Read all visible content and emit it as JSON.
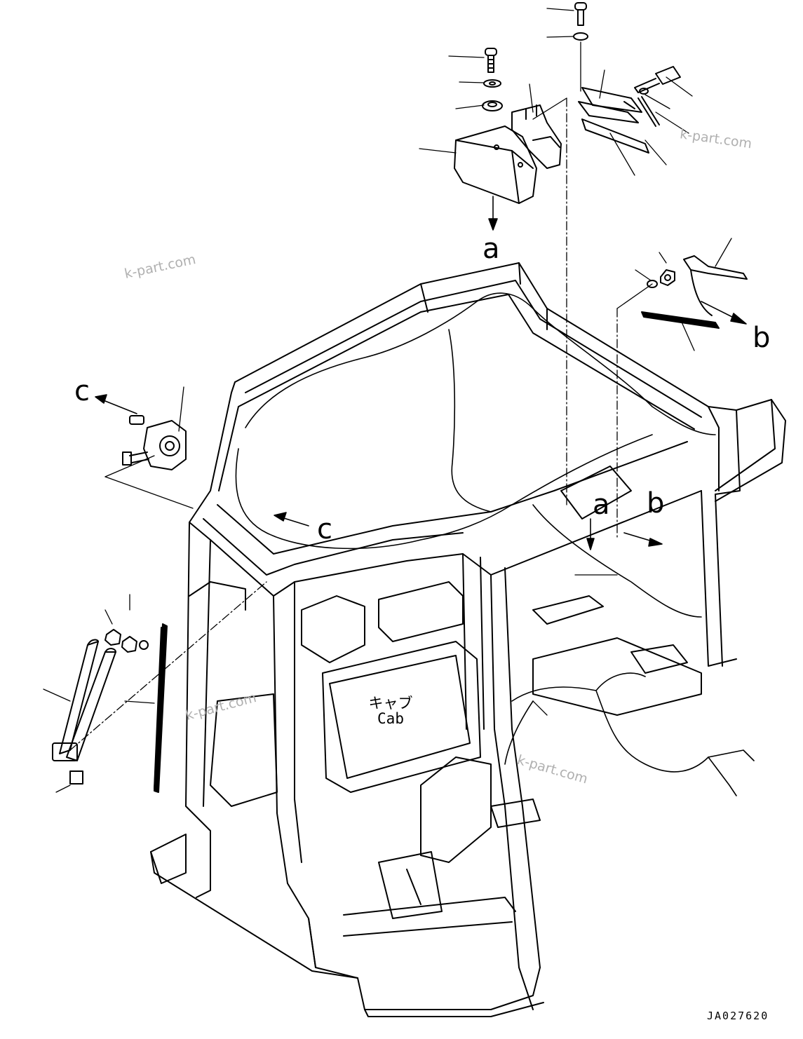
{
  "callouts": {
    "a_top": "a",
    "b_top": "b",
    "c_left": "c",
    "c_mid": "c",
    "a_mid": "a",
    "b_mid": "b"
  },
  "watermarks": [
    "k-part.com",
    "k-part.com",
    "k-part.com",
    "k-part.com"
  ],
  "cab_label": {
    "jp": "キャブ",
    "en": "Cab"
  },
  "drawing_code": "JA027620",
  "colors": {
    "line": "#000000",
    "background": "#ffffff",
    "watermark": "#b0b0b0"
  }
}
